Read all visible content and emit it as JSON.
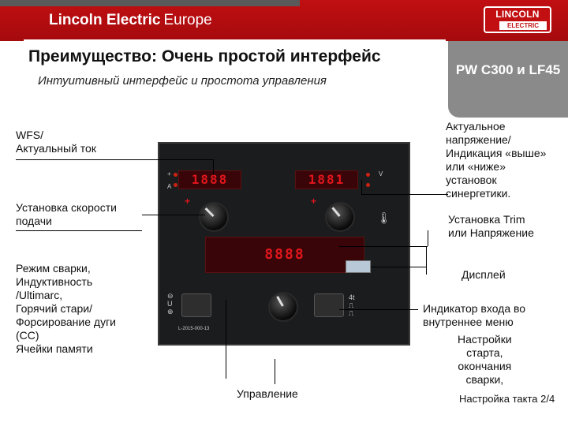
{
  "header": {
    "brand": "Lincoln Electric",
    "region": "Europe"
  },
  "logo": {
    "line1": "LINCOLN",
    "line2": "ELECTRIC"
  },
  "slide": {
    "title": "Преимущество: Очень простой интерфейс",
    "subtitle": "Интуитивный интерфейс и простота управления",
    "model": "PW C300 и LF45"
  },
  "panel": {
    "left_display": "1888",
    "right_display": "1881",
    "center_display": "8888",
    "left_unit_a": "A",
    "right_unit_v": "V",
    "code": "L-2015-000-13"
  },
  "labels": {
    "wfs": "WFS/\nАктуальный ток",
    "feed": "Установка скорости\nподачи",
    "mode": "Режим сварки,\nИндуктивность\n/Ultimarc,\nГорячий стари/\nФорсирование дуги\n(CC)\nЯчейки памяти",
    "control": "Управление",
    "voltage": "Актуальное\nнапряжение/\nИндикация «выше»\nили «ниже»\nустановок\nсинергетики.",
    "trim": "Установка Trim\nили Напряжение",
    "display": "Дисплей",
    "menu": "Индикатор входа во\nвнутреннее меню",
    "start": "Настройки\nстарта,\nокончания\nсварки,",
    "tact": "Настройка такта 2/4"
  }
}
